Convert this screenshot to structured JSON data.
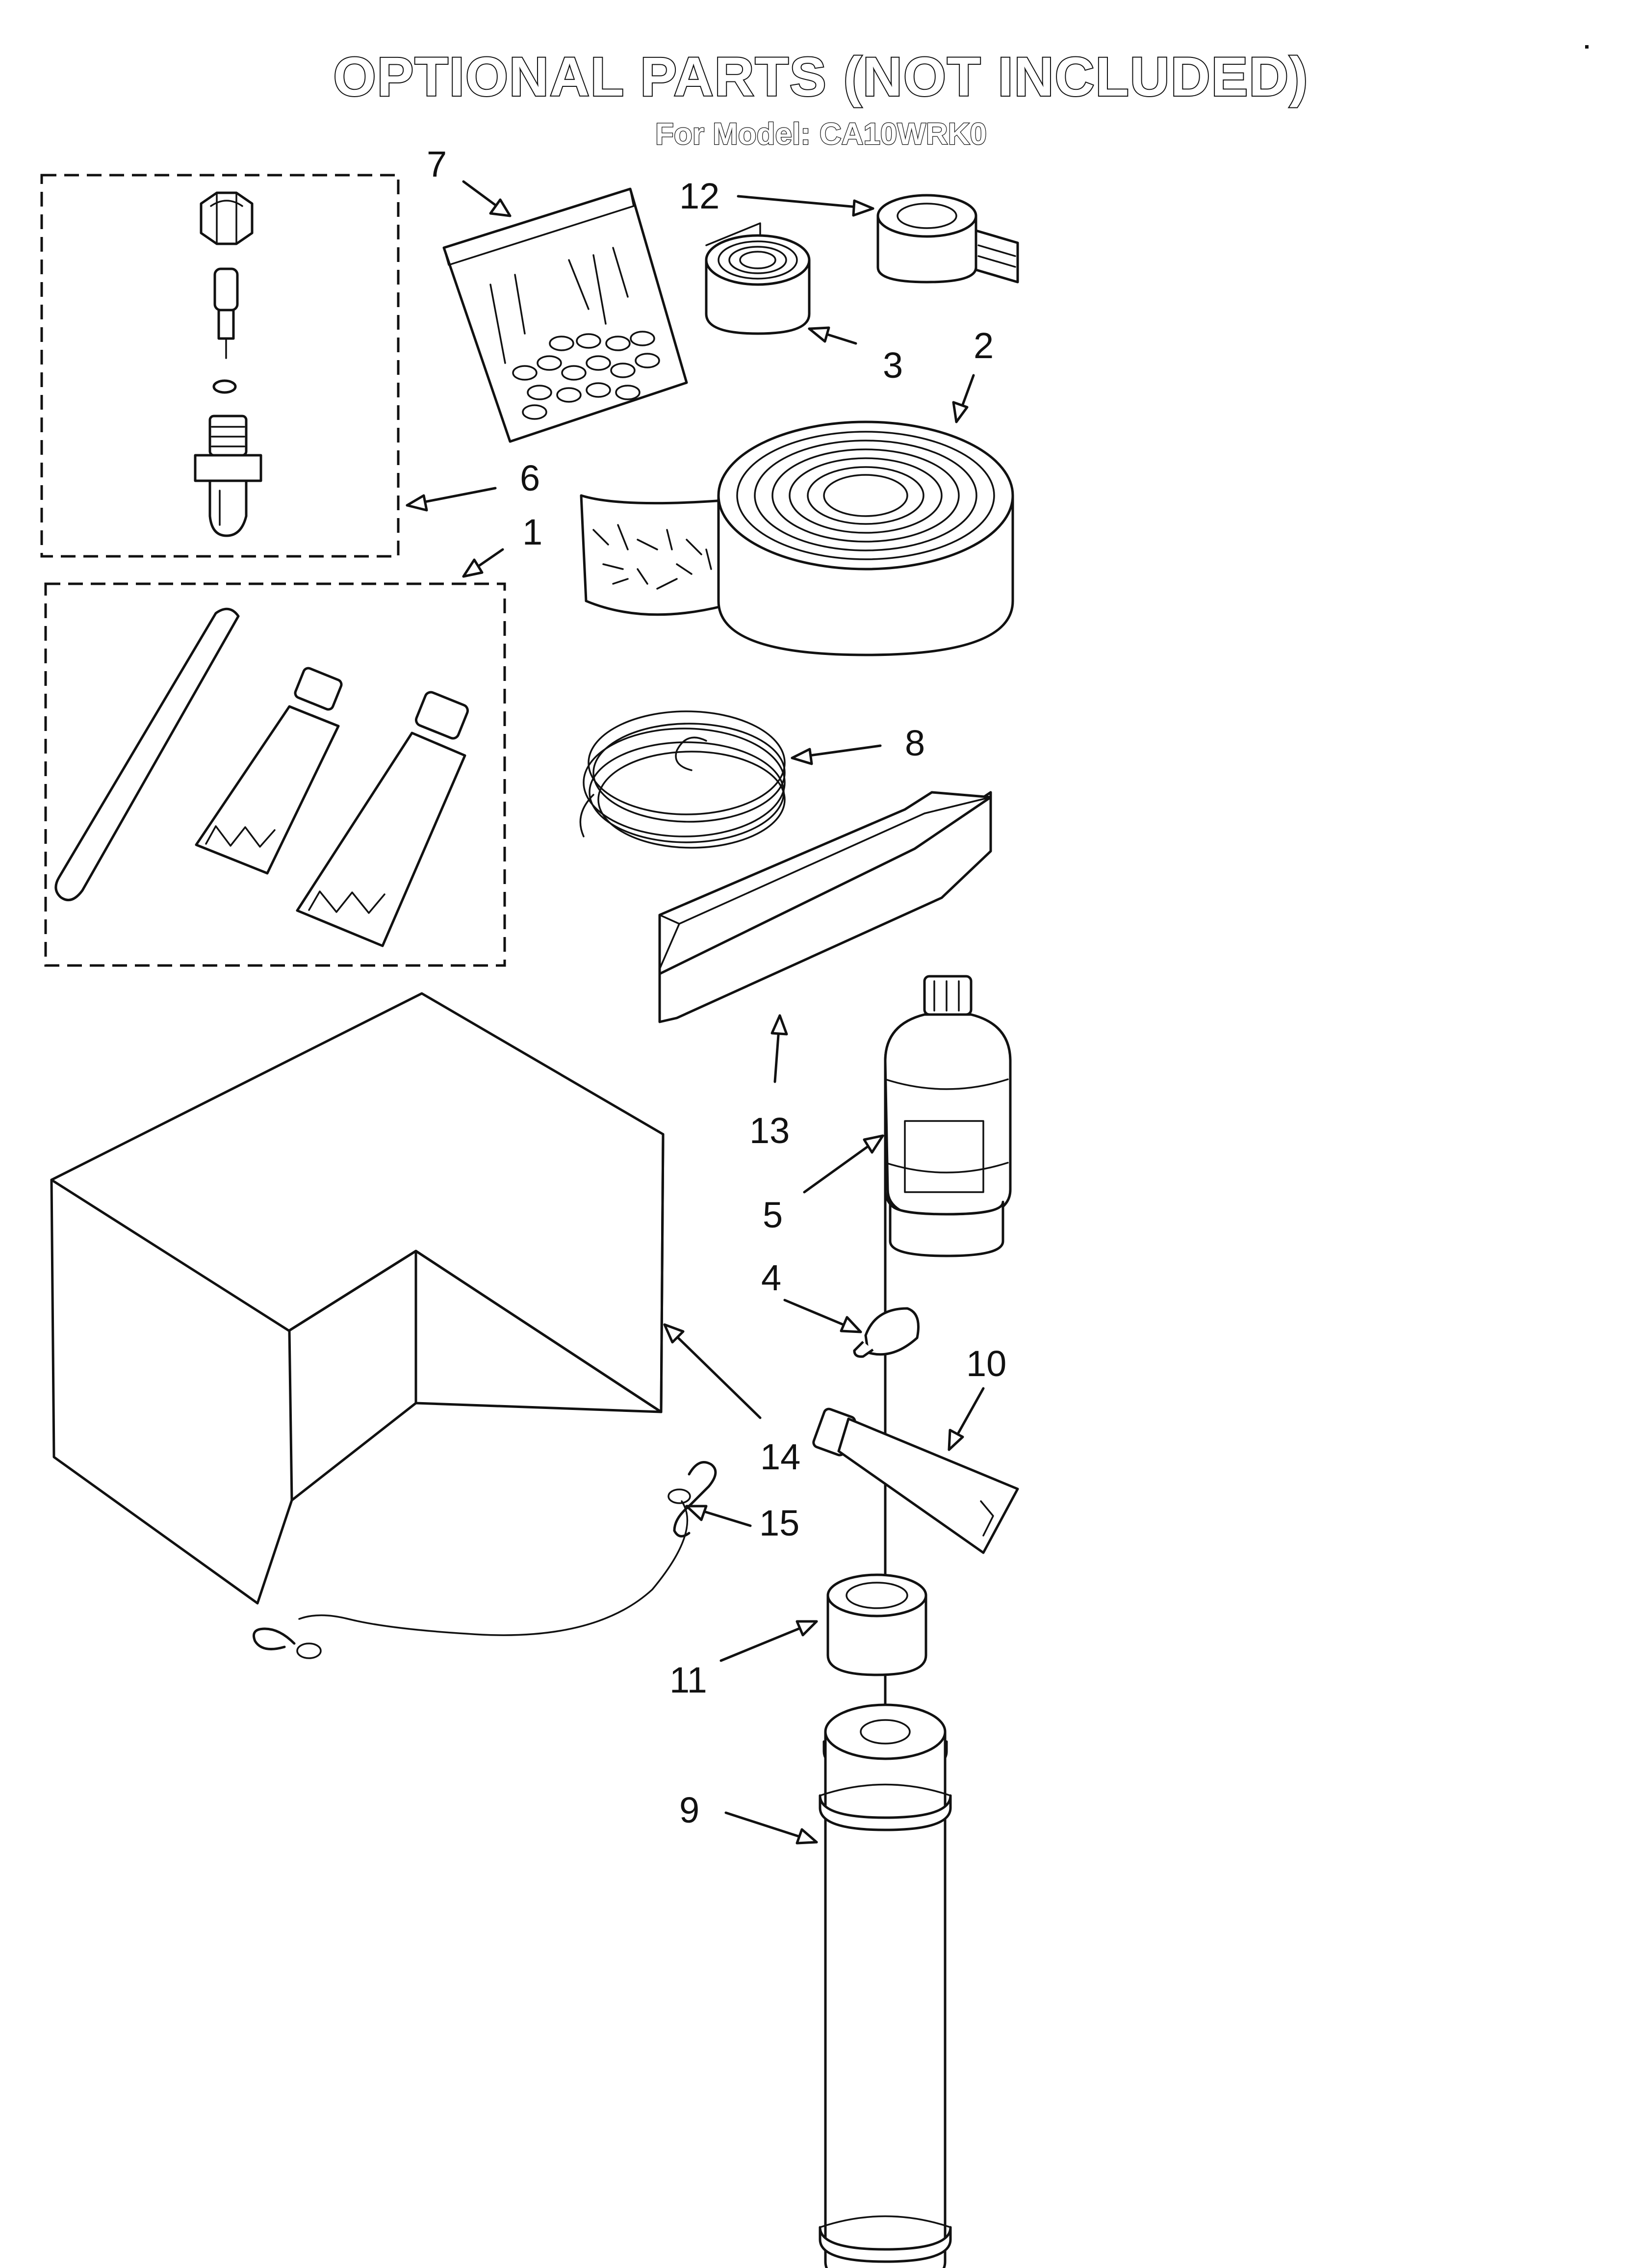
{
  "header": {
    "title": "OPTIONAL PARTS (NOT INCLUDED)",
    "model_label": "For Model:",
    "model_number": "CA10WRK0"
  },
  "callouts": {
    "c1": "1",
    "c2": "2",
    "c3": "3",
    "c4": "4",
    "c5": "5",
    "c6": "6",
    "c7": "7",
    "c8": "8",
    "c9": "9",
    "c10": "10",
    "c11": "11",
    "c12": "12",
    "c13": "13",
    "c14": "14",
    "c15": "15"
  },
  "colors": {
    "ink": "#111111",
    "paper": "#ffffff"
  }
}
